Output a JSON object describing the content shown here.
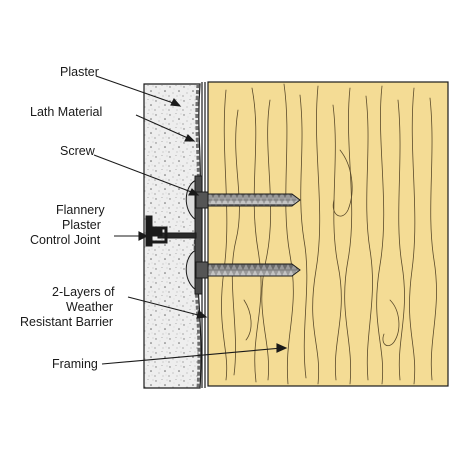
{
  "labels": {
    "plaster": "Plaster",
    "lath": "Lath Material",
    "screw": "Screw",
    "joint_line1": "Flannery",
    "joint_line2": "Plaster",
    "joint_line3": "Control Joint",
    "barrier_line1": "2-Layers of",
    "barrier_line2": "Weather",
    "barrier_line3": "Resistant Barrier",
    "framing": "Framing"
  },
  "colors": {
    "wood": "#f4dc95",
    "wood_grain": "#5a4a2a",
    "plaster": "#ececec",
    "lath": "#6e6e6e",
    "screw": "#8a8a8a",
    "line": "#1a1a1a"
  }
}
